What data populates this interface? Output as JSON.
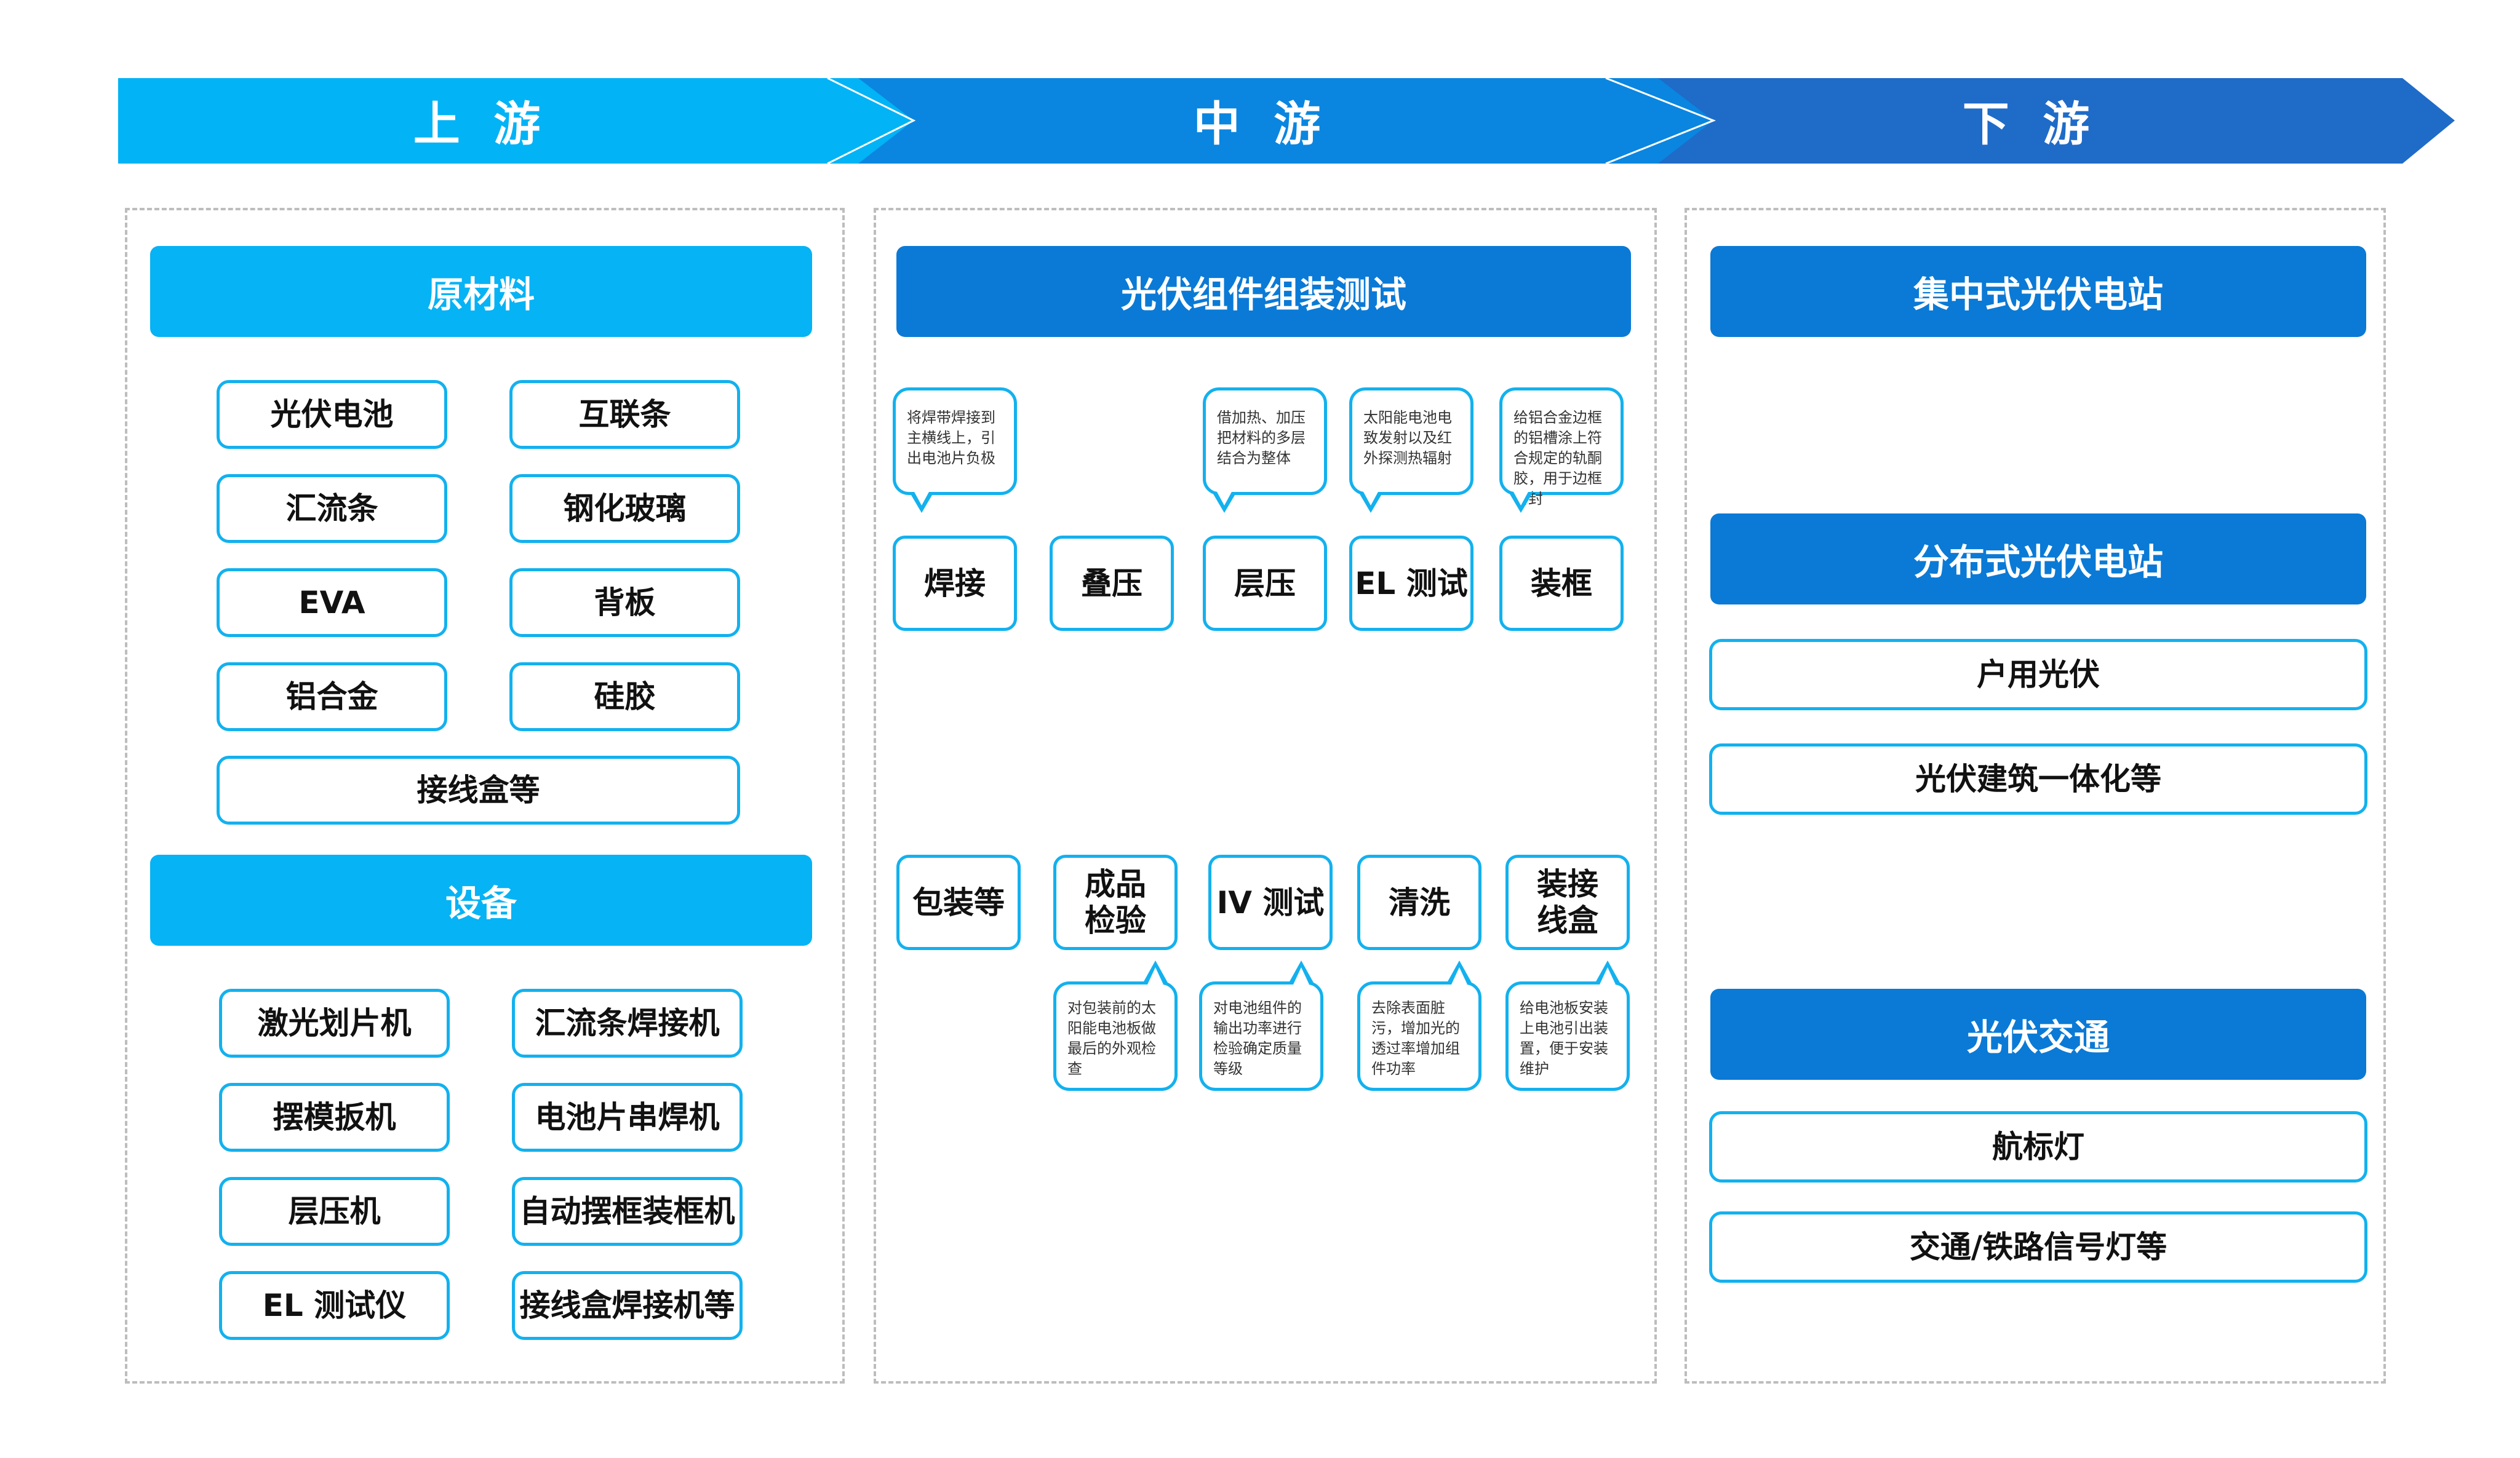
{
  "stages": [
    "上 游",
    "中 游",
    "下 游"
  ],
  "colors": {
    "upstream": "#02b3f6",
    "midstream": "#0a86e0",
    "downstream": "#1f6bc8",
    "box_border": "#13b1ee"
  },
  "upstream": {
    "materials": {
      "title": "原材料",
      "items": [
        "光伏电池",
        "互联条",
        "汇流条",
        "钢化玻璃",
        "EVA",
        "背板",
        "铝合金",
        "硅胶",
        "接线盒等"
      ]
    },
    "equipment": {
      "title": "设备",
      "items": [
        "激光划片机",
        "汇流条焊接机",
        "摆模扳机",
        "电池片串焊机",
        "层压机",
        "自动摆框装框机",
        "EL 测试仪",
        "接线盒焊接机等"
      ]
    }
  },
  "midstream": {
    "title": "光伏组件组装测试",
    "top_steps": [
      "焊接",
      "叠压",
      "层压",
      "EL 测试",
      "装框"
    ],
    "top_notes": [
      "将焊带焊接到主横线上，引出电池片负极",
      "借加热、加压把材料的多层结合为整体",
      "太阳能电池电致发射以及红外探测热辐射",
      "给铝合金边框的铝槽涂上符合规定的轨酮胶，用于边框密封"
    ],
    "bottom_steps": [
      "包装等",
      "成品\n检验",
      "IV 测试",
      "清洗",
      "装接\n线盒"
    ],
    "bottom_notes": [
      "对包装前的太阳能电池板做最后的外观检查",
      "对电池组件的输出功率进行检验确定质量等级",
      "去除表面脏污，增加光的透过率增加组件功率",
      "给电池板安装上电池引出装置，便于安装维护"
    ]
  },
  "downstream": {
    "centralized": {
      "title": "集中式光伏电站"
    },
    "distributed": {
      "title": "分布式光伏电站",
      "items": [
        "户用光伏",
        "光伏建筑一体化等"
      ]
    },
    "transport": {
      "title": "光伏交通",
      "items": [
        "航标灯",
        "交通/铁路信号灯等"
      ]
    }
  }
}
